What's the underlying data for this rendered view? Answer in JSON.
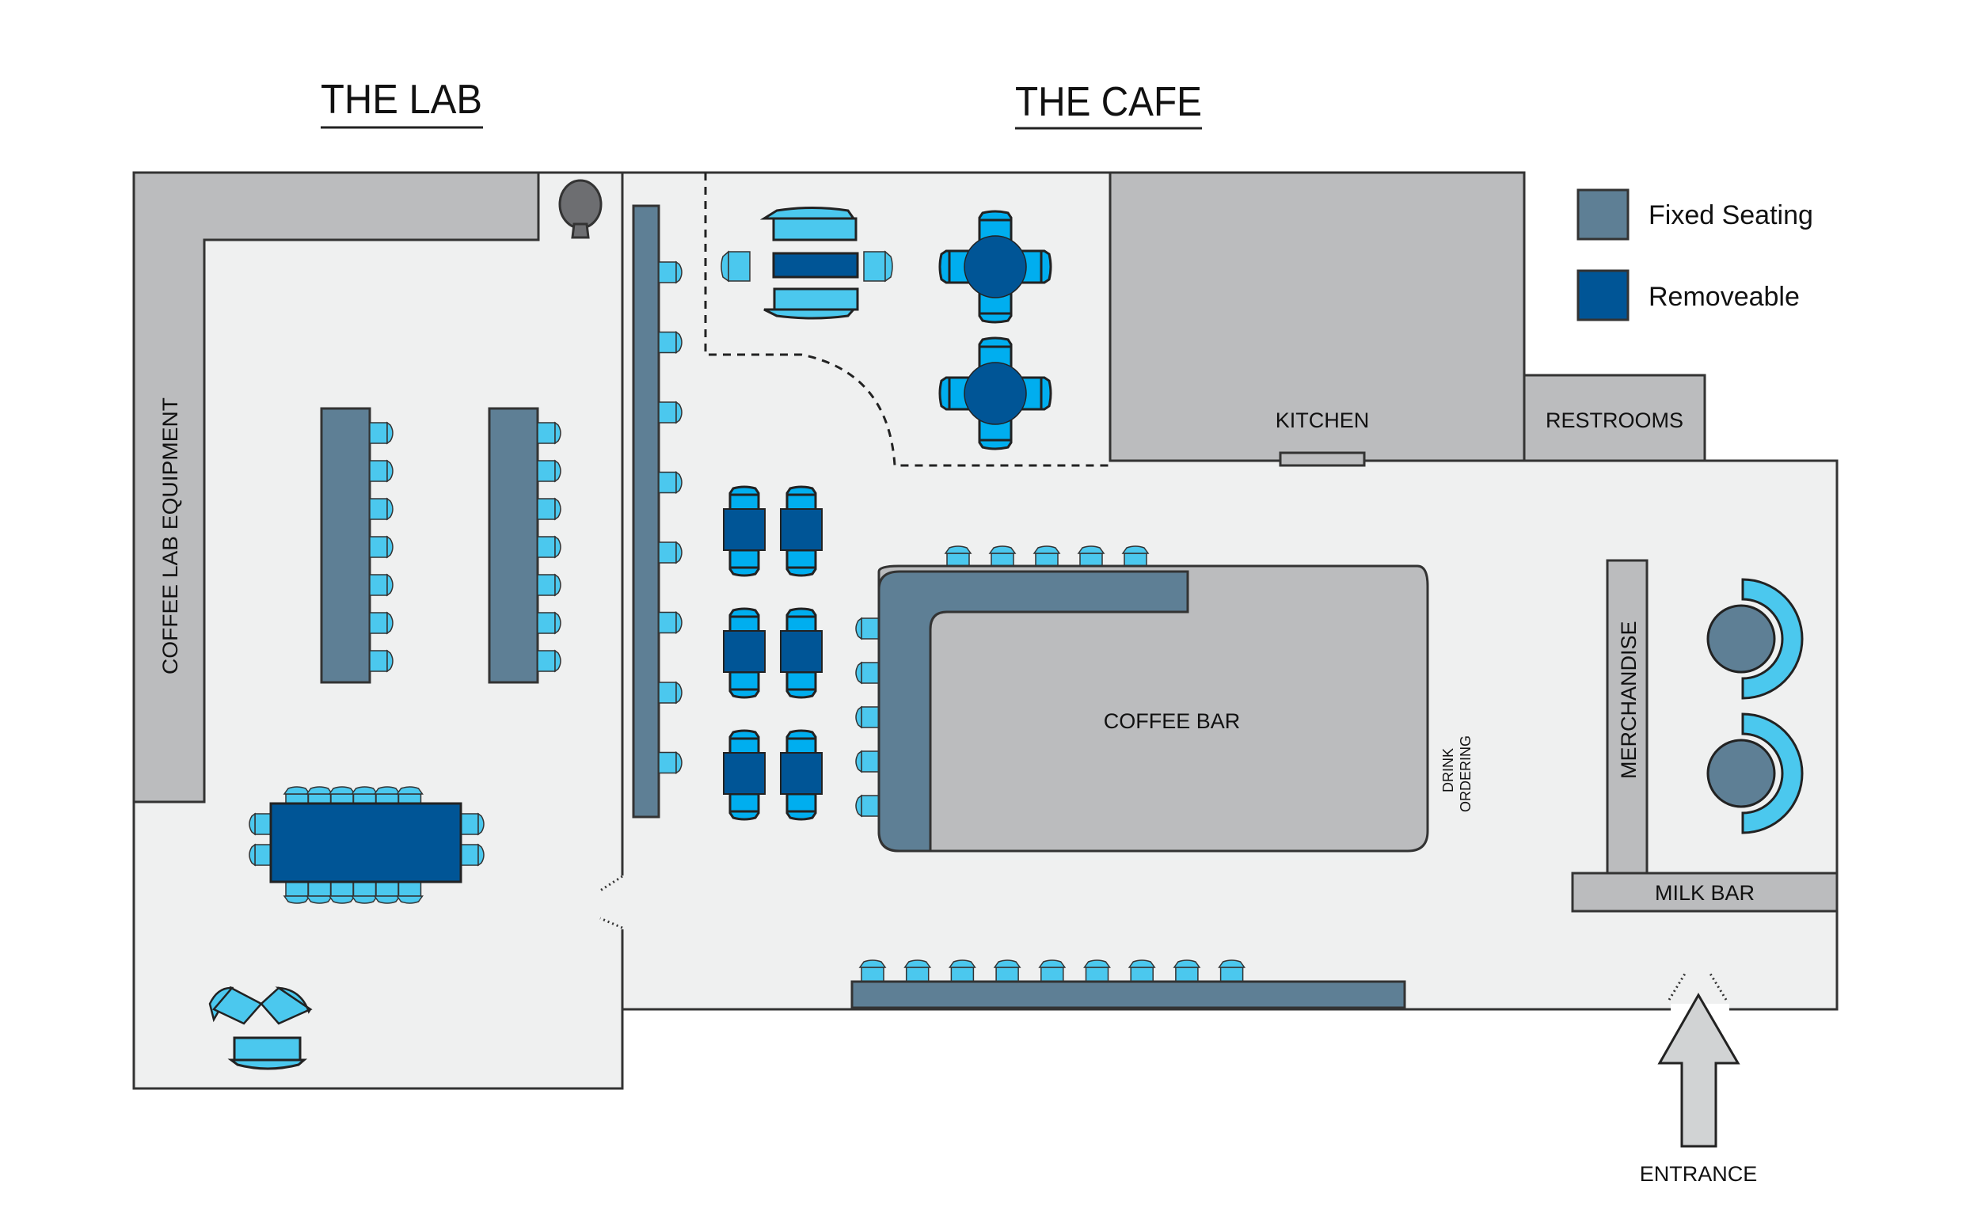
{
  "titles": {
    "lab": "THE LAB",
    "cafe": "THE CAFE"
  },
  "legend": {
    "items": [
      {
        "label": "Fixed Seating",
        "color": "#5e7f95"
      },
      {
        "label": "Removeable",
        "color": "#005596"
      }
    ]
  },
  "areas": {
    "lab_equipment": "COFFEE LAB EQUIPMENT",
    "kitchen": "KITCHEN",
    "restrooms": "RESTROOMS",
    "coffee_bar": "COFFEE BAR",
    "drink_ordering_line1": "DRINK",
    "drink_ordering_line2": "ORDERING",
    "merchandise": "MERCHANDISE",
    "milk_bar": "MILK BAR",
    "entrance": "ENTRANCE"
  },
  "colors": {
    "fixed": "#5e7f95",
    "removeable": "#005596",
    "chair": "#4bc8ee",
    "chair_dark": "#00aeef",
    "counter": "#bbbcbe",
    "floor": "#eff0f0",
    "outline": "#222222"
  },
  "seating": {
    "lab_fixed_table_stools_per_table": 7,
    "lab_big_table_chairs": 16,
    "cafe_wall_counter_stools": 8,
    "cafe_two_top_tables": 6,
    "cafe_round_tables": 2,
    "coffee_bar_top_stools": 5,
    "coffee_bar_side_stools": 5,
    "front_counter_stools": 9,
    "booths": 2
  }
}
